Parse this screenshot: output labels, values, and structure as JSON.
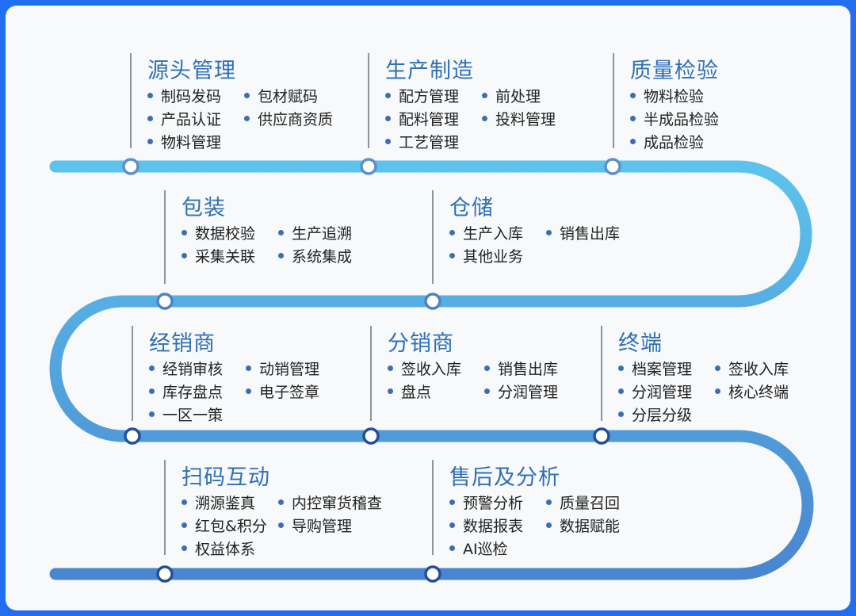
{
  "sections": [
    {
      "id": "source",
      "title": "源头管理",
      "items": [
        "制码发码",
        "包材赋码",
        "产品认证",
        "供应商资质",
        "物料管理"
      ]
    },
    {
      "id": "production",
      "title": "生产制造",
      "items": [
        "配方管理",
        "前处理",
        "配料管理",
        "投料管理",
        "工艺管理"
      ]
    },
    {
      "id": "quality",
      "title": "质量检验",
      "items": [
        "物料检验",
        "半成品检验",
        "成品检验"
      ]
    },
    {
      "id": "packaging",
      "title": "包装",
      "items": [
        "数据校验",
        "生产追溯",
        "采集关联",
        "系统集成"
      ]
    },
    {
      "id": "storage",
      "title": "仓储",
      "items": [
        "生产入库",
        "销售出库",
        "其他业务"
      ]
    },
    {
      "id": "dealer",
      "title": "经销商",
      "items": [
        "经销审核",
        "动销管理",
        "库存盘点",
        "电子签章",
        "一区一策"
      ]
    },
    {
      "id": "distributor",
      "title": "分销商",
      "items": [
        "签收入库",
        "销售出库",
        "盘点",
        "分润管理"
      ]
    },
    {
      "id": "terminal",
      "title": "终端",
      "items": [
        "档案管理",
        "签收入库",
        "分润管理",
        "核心终端",
        "分层分级"
      ]
    },
    {
      "id": "scan",
      "title": "扫码互动",
      "items": [
        "溯源鉴真",
        "内控窜货稽查",
        "红包&积分",
        "导购管理",
        "权益体系"
      ]
    },
    {
      "id": "aftersales",
      "title": "售后及分析",
      "items": [
        "预警分析",
        "质量召回",
        "数据报表",
        "数据赋能",
        "AI巡检"
      ]
    }
  ],
  "colors": {
    "frame": "#1f6ff0",
    "track_light": "#5cc3ec",
    "track_dark": "#2f6fc0",
    "title": "#2f6fb5",
    "bullet": "#3a6fb5"
  }
}
